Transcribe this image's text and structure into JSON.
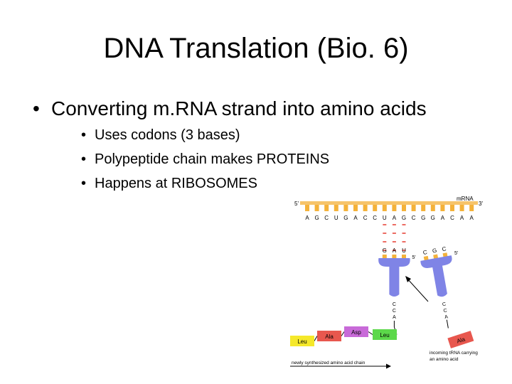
{
  "slide": {
    "title": "DNA Translation (Bio. 6)",
    "bullet": "Converting m.RNA strand into amino acids",
    "sub_bullets": [
      "Uses codons (3 bases)",
      "Polypeptide chain makes PROTEINS",
      "Happens at RIBOSOMES"
    ],
    "bullet_glyph": "•"
  },
  "diagram": {
    "mrna_label": "mRNA",
    "five_prime": "5'",
    "three_prime": "3'",
    "mrna_bases": [
      "A",
      "G",
      "C",
      "U",
      "G",
      "A",
      "C",
      "C",
      "U",
      "A",
      "G",
      "C",
      "G",
      "G",
      "A",
      "C",
      "A",
      "A"
    ],
    "anticodon_bound": [
      "G",
      "A",
      "U"
    ],
    "anticodon_incoming": [
      "C",
      "G",
      "C"
    ],
    "cca_bound": [
      "C",
      "C",
      "A"
    ],
    "cca_incoming": [
      "C",
      "C",
      "A"
    ],
    "amino_acids": [
      {
        "name": "Leu",
        "color": "#f5e82a"
      },
      {
        "name": "Ala",
        "color": "#e8574e"
      },
      {
        "name": "Asp",
        "color": "#c86ad8"
      },
      {
        "name": "Leu",
        "color": "#5cd84a"
      }
    ],
    "incoming_amino": {
      "name": "Ala",
      "color": "#e8574e"
    },
    "incoming_label": [
      "incoming tRNA carrying",
      "an amino acid"
    ],
    "chain_label": "newly synthesized amino acid chain",
    "colors": {
      "mrna_backbone": "#f6c46b",
      "base_stub": "#f4b23a",
      "trna": "#7f84e6",
      "hbond": "#e53a2f"
    }
  }
}
